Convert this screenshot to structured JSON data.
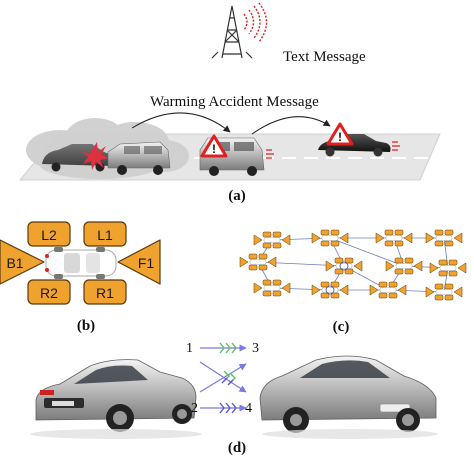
{
  "panel_a": {
    "text_message_label": "Text Message",
    "warning_label": "Warming Accident Message",
    "caption": "(a)"
  },
  "panel_b": {
    "zones": {
      "left_front": "L2",
      "left_rear": "L1",
      "back": "B1",
      "front": "F1",
      "right_front": "R2",
      "right_rear": "R1"
    },
    "caption": "(b)"
  },
  "panel_c": {
    "caption": "(c)"
  },
  "panel_d": {
    "link_labels": {
      "one": "1",
      "two": "2",
      "three": "3",
      "four": "4"
    },
    "caption": "(d)"
  },
  "colors": {
    "zone_fill": "#f0a22e",
    "zone_stroke": "#5a3a0a",
    "warning_red": "#e02020",
    "road": "#e6e6e6"
  },
  "icons": [
    "tower-icon",
    "signal-waves-icon",
    "warning-triangle-icon",
    "car-icon",
    "cloud-icon",
    "arrow-icon"
  ]
}
